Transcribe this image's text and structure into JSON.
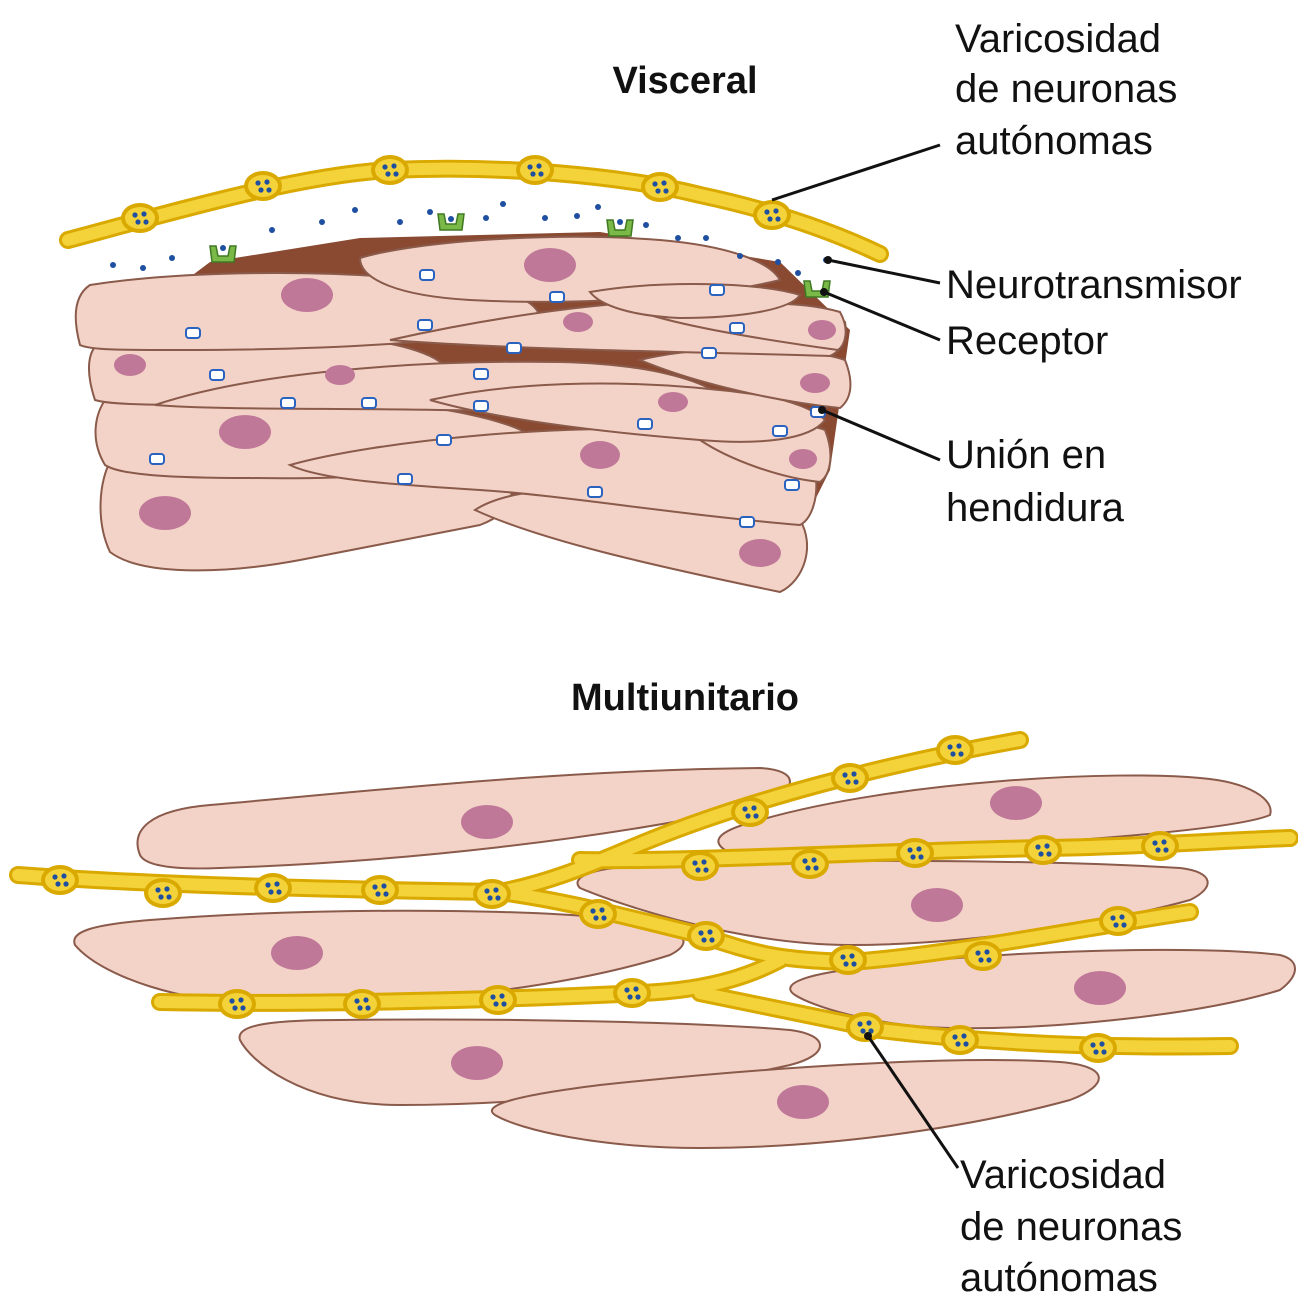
{
  "visceral": {
    "title": "Visceral",
    "labels": {
      "varicosity": [
        "Varicosidad",
        "de neuronas",
        "autónomas"
      ],
      "neurotransmitter": "Neurotransmisor",
      "receptor": "Receptor",
      "gap_junction": [
        "Unión en",
        "hendidura"
      ]
    }
  },
  "multiunit": {
    "title": "Multiunitario",
    "labels": {
      "varicosity": [
        "Varicosidad",
        "de neuronas",
        "autónomas"
      ]
    }
  },
  "colors": {
    "cell_fill": "#f3d3c8",
    "nucleus": "#c07898",
    "axon": "#f4d23a",
    "vesicle": "#1e4fa0",
    "receptor": "#7ab848",
    "matrix": "#8a4a32"
  }
}
